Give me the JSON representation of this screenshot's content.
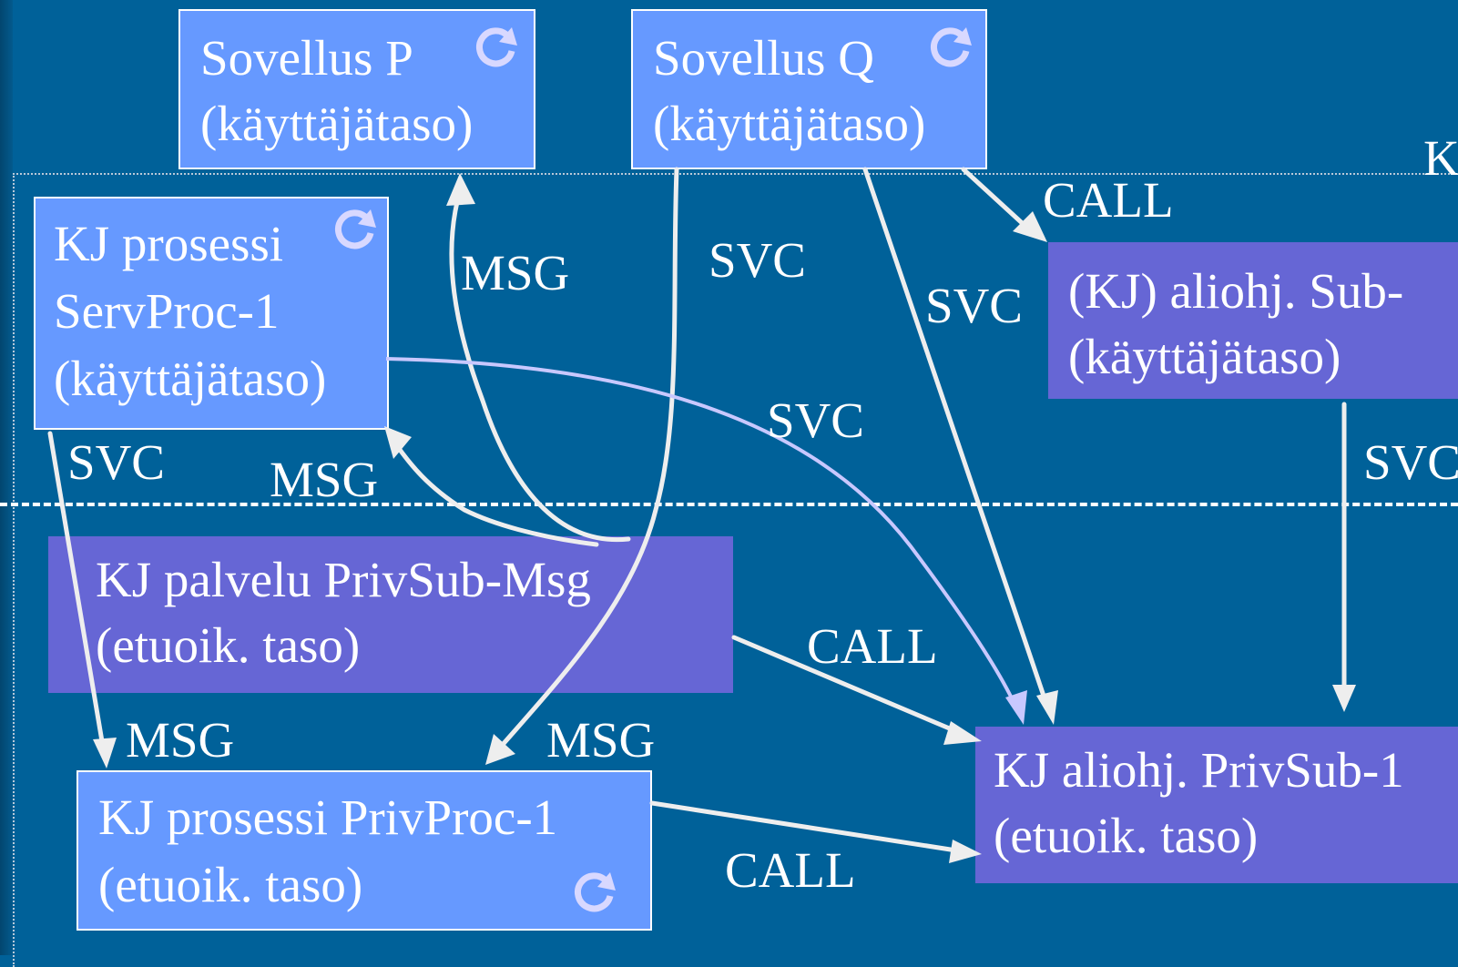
{
  "boxes": {
    "app_p": [
      "Sovellus P",
      "(käyttäjätaso)"
    ],
    "app_q": [
      "Sovellus Q",
      "(käyttäjätaso)"
    ],
    "kj_servproc": [
      "KJ prosessi",
      "ServProc-1",
      "(käyttäjätaso)"
    ],
    "kj_sub": [
      "(KJ) aliohj. Sub-",
      "(käyttäjätaso)"
    ],
    "kj_privsub_msg": [
      "KJ palvelu PrivSub-Msg",
      "(etuoik. taso)"
    ],
    "kj_privproc": [
      "KJ prosessi PrivProc-1",
      "(etuoik. taso)"
    ],
    "kj_privsub1": [
      "KJ aliohj. PrivSub-1",
      "(etuoik. taso)"
    ]
  },
  "edge_labels": {
    "call_top": "CALL",
    "k_partial": "K",
    "msg_p": "MSG",
    "svc_q": "SVC",
    "svc_q2": "SVC",
    "svc_serv_right": "SVC",
    "svc_sub": "SVC",
    "svc_serv_down": "SVC",
    "msg_serv": "MSG",
    "call_mid": "CALL",
    "msg_privproc_left": "MSG",
    "msg_privproc_right": "MSG",
    "call_bottom": "CALL"
  },
  "colors": {
    "background": "#006199",
    "user_box": "#6699ff",
    "privileged_box": "#6666d5",
    "arrow": "#eeeeee",
    "lavender_arrow": "#c8c8ff"
  },
  "icons": [
    "cycle-icon"
  ]
}
